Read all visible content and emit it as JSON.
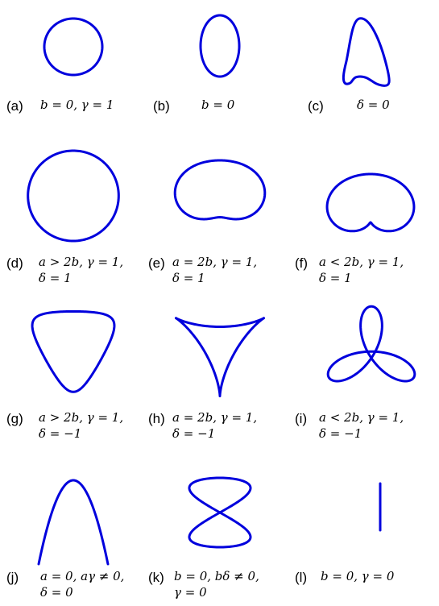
{
  "figure": {
    "curve_color": "#0000dd",
    "panels": [
      {
        "id": "a",
        "label": "(a)",
        "lines": [
          "b = 0, γ = 1"
        ],
        "shape": "circle"
      },
      {
        "id": "b",
        "label": "(b)",
        "lines": [
          "b = 0"
        ],
        "shape": "ellipse"
      },
      {
        "id": "c",
        "label": "(c)",
        "lines": [
          "δ = 0"
        ],
        "shape": "bell-loop"
      },
      {
        "id": "d",
        "label": "(d)",
        "lines": [
          "a > 2b, γ = 1,",
          "δ = 1"
        ],
        "shape": "cardioid-smooth"
      },
      {
        "id": "e",
        "label": "(e)",
        "lines": [
          "a = 2b, γ = 1,",
          "δ = 1"
        ],
        "shape": "cardioid-cusp"
      },
      {
        "id": "f",
        "label": "(f)",
        "lines": [
          "a < 2b, γ = 1,",
          "δ = 1"
        ],
        "shape": "limacon-inner-loop"
      },
      {
        "id": "g",
        "label": "(g)",
        "lines": [
          "a > 2b, γ = 1,",
          "δ = −1"
        ],
        "shape": "rounded-triangle"
      },
      {
        "id": "h",
        "label": "(h)",
        "lines": [
          "a = 2b, γ = 1,",
          "δ = −1"
        ],
        "shape": "deltoid"
      },
      {
        "id": "i",
        "label": "(i)",
        "lines": [
          "a < 2b, γ = 1,",
          "δ = −1"
        ],
        "shape": "trefoil"
      },
      {
        "id": "j",
        "label": "(j)",
        "lines": [
          "a = 0, aγ ≠ 0,",
          "δ = 0"
        ],
        "shape": "parabola-arc"
      },
      {
        "id": "k",
        "label": "(k)",
        "lines": [
          "b = 0, bδ ≠ 0,",
          "γ = 0"
        ],
        "shape": "figure-eight"
      },
      {
        "id": "l",
        "label": "(l)",
        "lines": [
          "b = 0, γ = 0"
        ],
        "shape": "vertical-segment"
      }
    ]
  }
}
